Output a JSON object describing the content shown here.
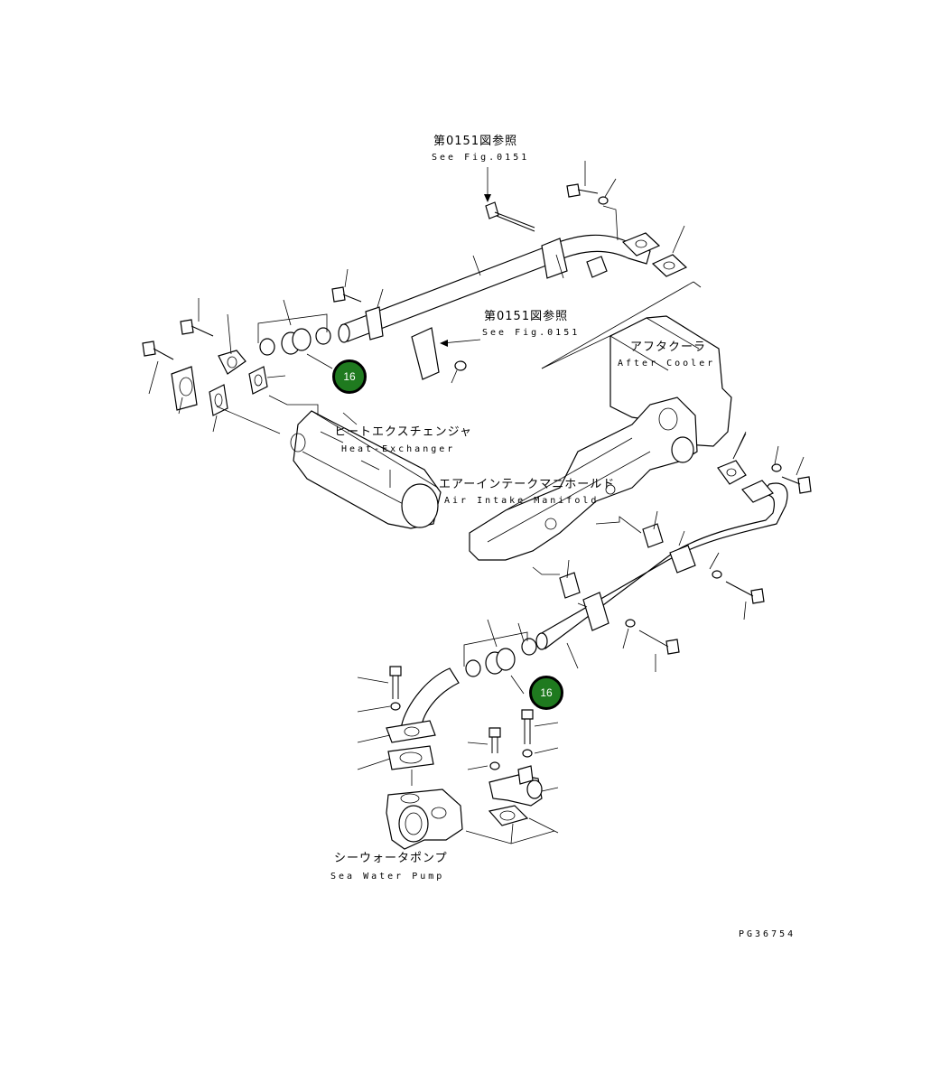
{
  "refs": {
    "top_jp": "第0151図参照",
    "top_en": "See Fig.0151",
    "mid_jp": "第0151図参照",
    "mid_en": "See Fig.0151"
  },
  "components": {
    "after_cooler_jp": "アフタクーラ",
    "after_cooler_en": "After Cooler",
    "heat_exchanger_jp": "ヒートエクスチェンジャ",
    "heat_exchanger_en": "Heat-Exchanger",
    "intake_manifold_jp": "エアーインテークマニホールド",
    "intake_manifold_en": "Air Intake Manifold",
    "sea_water_pump_jp": "シーウォータポンプ",
    "sea_water_pump_en": "Sea Water Pump"
  },
  "callouts": [
    {
      "label": "16",
      "color": "#1f7a1f"
    },
    {
      "label": "16",
      "color": "#1f7a1f"
    }
  ],
  "drawing_code": "PG36754"
}
